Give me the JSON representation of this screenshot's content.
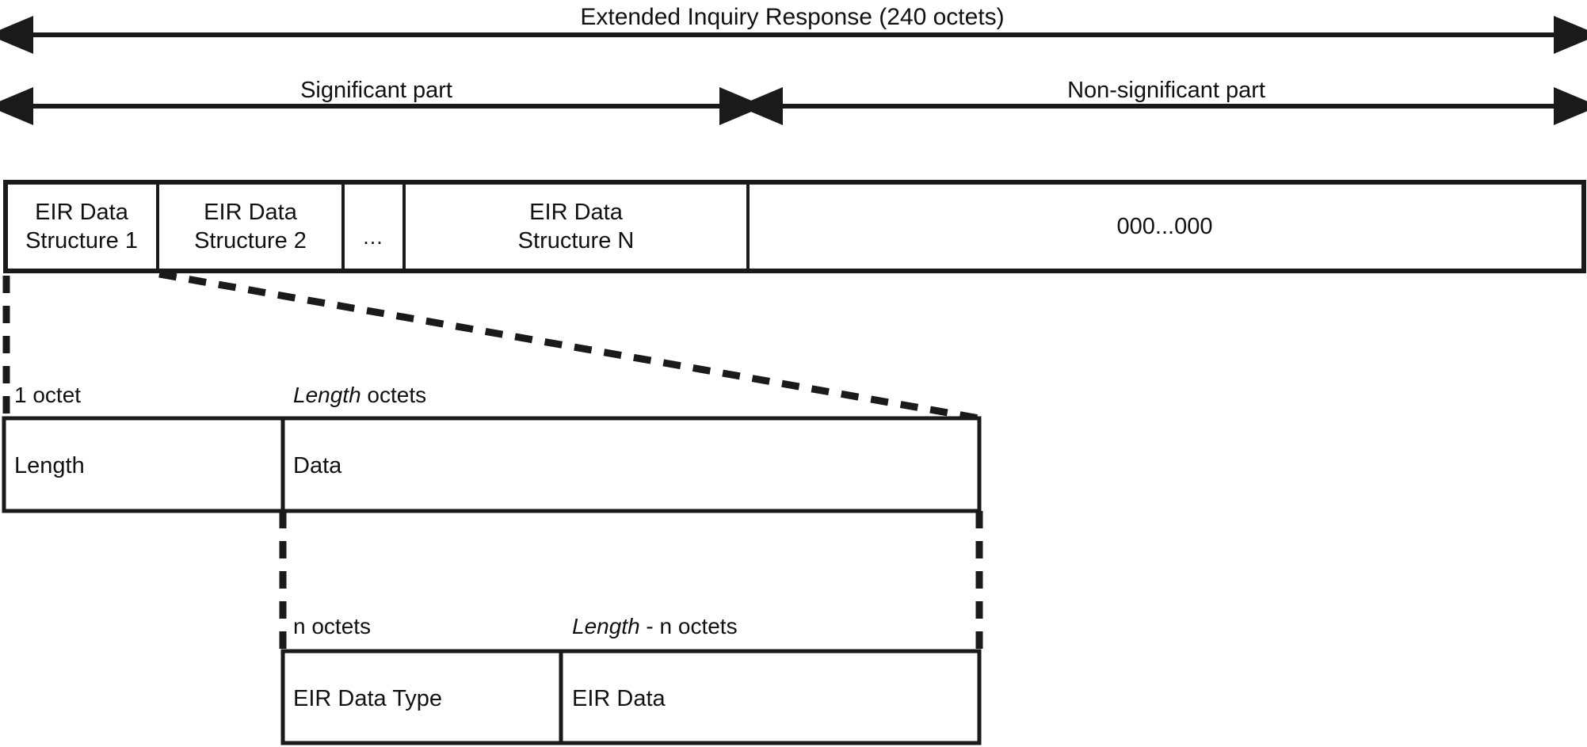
{
  "diagram": {
    "title": "Extended Inquiry Response (240 octets)",
    "spans": [
      {
        "label": "Significant part"
      },
      {
        "label": "Non-significant part"
      }
    ],
    "eir_row": {
      "cells": [
        {
          "line1": "EIR Data",
          "line2": "Structure 1"
        },
        {
          "line1": "EIR Data",
          "line2": "Structure 2"
        },
        {
          "line1": "...",
          "line2": ""
        },
        {
          "line1": "EIR Data",
          "line2": "Structure N"
        }
      ],
      "padding_cell": "000...000"
    },
    "structure_detail": {
      "measures": [
        {
          "plain_before": "",
          "italic": "",
          "plain_after": "1 octet"
        },
        {
          "plain_before": "",
          "italic": "Length",
          "plain_after": " octets"
        }
      ],
      "fields": [
        {
          "label": "Length"
        },
        {
          "label": "Data"
        }
      ]
    },
    "data_detail": {
      "measures": [
        {
          "plain_before": "",
          "italic": "",
          "plain_after": "n octets"
        },
        {
          "plain_before": "",
          "italic": "Length",
          "plain_after": " - n octets"
        }
      ],
      "fields": [
        {
          "label": "EIR Data Type"
        },
        {
          "label": "EIR Data"
        }
      ]
    },
    "colors": {
      "stroke": "#1a1a1a",
      "background": "#ffffff",
      "text": "#111111"
    }
  }
}
